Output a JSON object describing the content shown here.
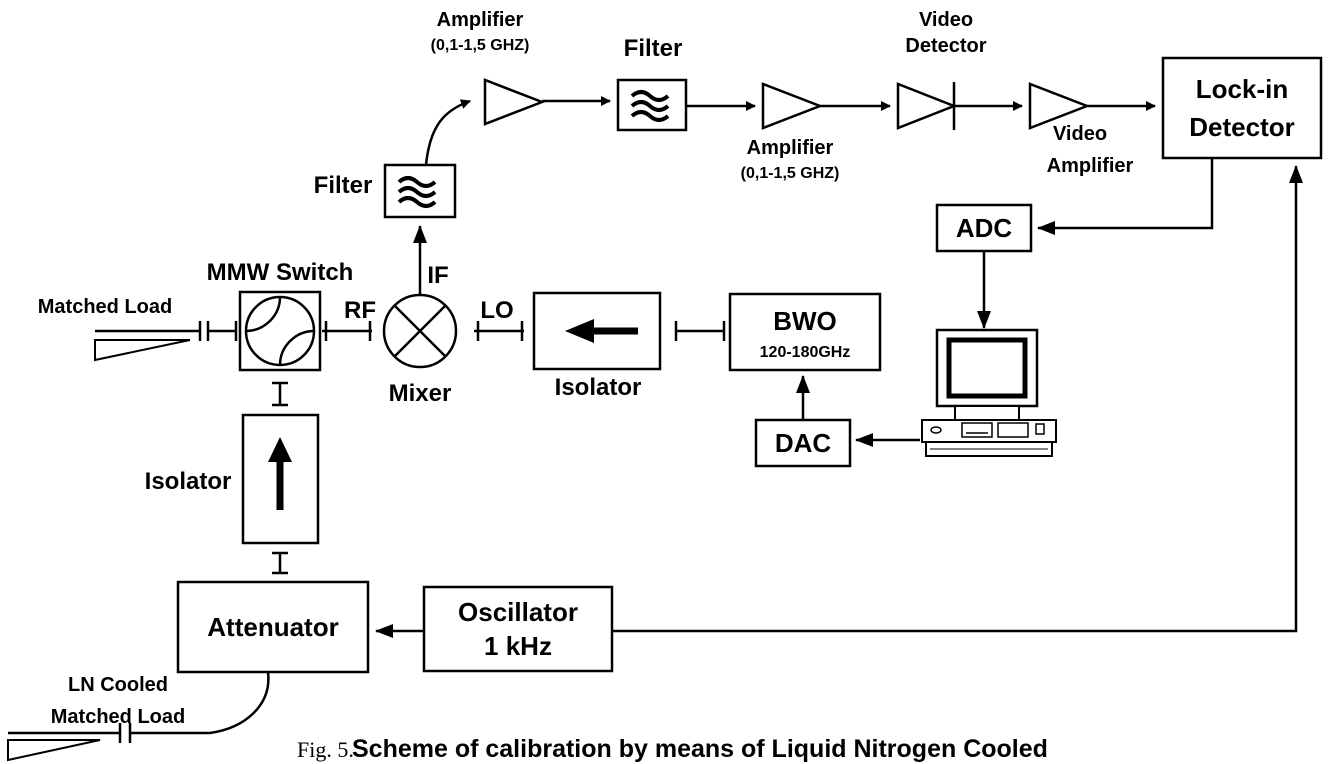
{
  "labels": {
    "amp1_title": "Amplifier",
    "amp1_range": "(0,1-1,5 GHZ)",
    "filter_top": "Filter",
    "video_detector_1": "Video",
    "video_detector_2": "Detector",
    "lockin_1": "Lock-in",
    "lockin_2": "Detector",
    "amp2_title": "Amplifier",
    "amp2_range": "(0,1-1,5 GHZ)",
    "video_amp_1": "Video",
    "video_amp_2": "Amplifier",
    "filter_left": "Filter",
    "adc": "ADC",
    "mmw_switch": "MMW Switch",
    "if": "IF",
    "matched_load": "Matched Load",
    "rf": "RF",
    "lo": "LO",
    "bwo": "BWO",
    "bwo_range": "120-180GHz",
    "mixer": "Mixer",
    "isolator_h": "Isolator",
    "dac": "DAC",
    "isolator_v": "Isolator",
    "attenuator": "Attenuator",
    "oscillator_1": "Oscillator",
    "oscillator_2": "1 kHz",
    "ln_1": "LN Cooled",
    "ln_2": "Matched Load"
  },
  "caption": {
    "fig": "Fig. 5.",
    "text": "Scheme of calibration by means of Liquid Nitrogen Cooled"
  }
}
